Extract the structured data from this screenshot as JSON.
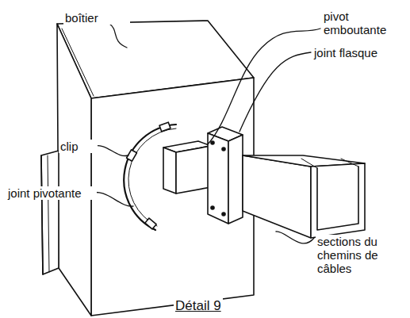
{
  "diagram": {
    "caption": "Détail 9",
    "labels": [
      "boîtier",
      "pivot emboutante",
      "joint flasque",
      "clip",
      "joint pivotante",
      "sections du chemins de câbles"
    ]
  }
}
